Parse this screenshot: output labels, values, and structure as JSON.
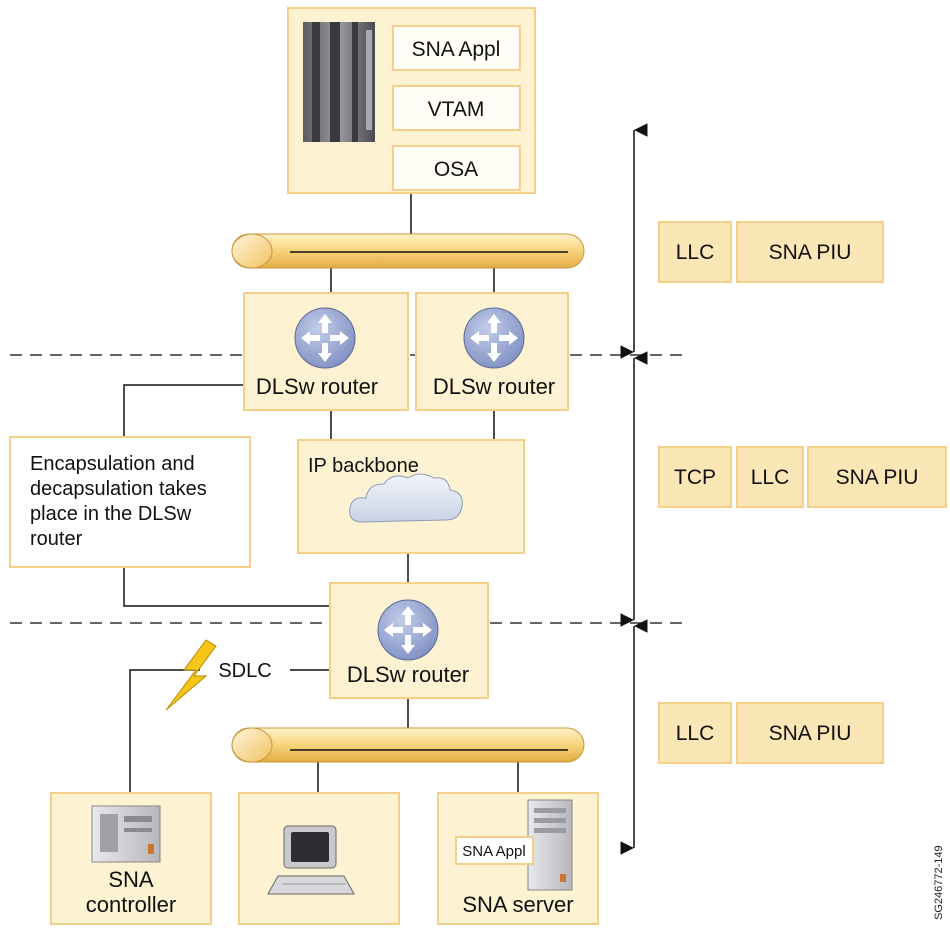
{
  "host": {
    "layers": [
      "SNA  Appl",
      "VTAM",
      "OSA"
    ]
  },
  "routers": {
    "top_left": "DLSw router",
    "top_right": "DLSw router",
    "bottom": "DLSw router"
  },
  "backbone": {
    "label": "IP backbone"
  },
  "note": {
    "lines": [
      "Encapsulation and",
      "decapsulation takes",
      "place in the DLSw",
      "router"
    ]
  },
  "link": {
    "label": "SDLC"
  },
  "devices": {
    "controller": [
      "SNA",
      "controller"
    ],
    "server_label": "SNA server",
    "server_app": "SNA Appl"
  },
  "frames": {
    "top": [
      "LLC",
      "SNA PIU"
    ],
    "middle": [
      "TCP",
      "LLC",
      "SNA PIU"
    ],
    "bottom": [
      "LLC",
      "SNA PIU"
    ]
  },
  "figure_id": "SG246772-149",
  "colors": {
    "box_fill": "#fdf3d3",
    "box_border": "#f3cf8a",
    "frame_fill": "#fbe6b6",
    "network_bar": "#f7d98e",
    "router_icon": "#8a9bc9",
    "cloud": "#dfe6f2",
    "lightning": "#f5c518"
  }
}
